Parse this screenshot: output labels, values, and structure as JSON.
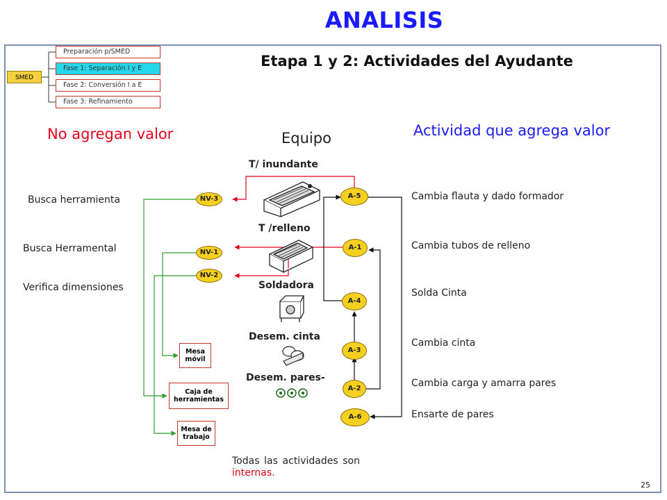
{
  "page_title": "ANALISIS",
  "stage_title": "Etapa 1 y 2: Actividades del Ayudante",
  "smed": {
    "label": "SMED",
    "phases": [
      {
        "label": "Preparación p/SMED",
        "active": false
      },
      {
        "label": "Fase 1: Separación I y E",
        "active": true
      },
      {
        "label": "Fase 2: Conversión I a E",
        "active": false
      },
      {
        "label": "Fase 3: Refinamiento",
        "active": false
      }
    ]
  },
  "headings": {
    "no_value": "No agregan valor",
    "equipment": "Equipo",
    "value": "Actividad que agrega valor"
  },
  "equipment": [
    "T/ inundante",
    "T /relleno",
    "Soldadora",
    "Desem. cinta",
    "Desem. pares-"
  ],
  "non_value_activities": [
    "Busca herramienta",
    "Busca Herramental",
    "Verifica dimensiones"
  ],
  "nv_nodes": [
    "NV-3",
    "NV-1",
    "NV-2"
  ],
  "resources": [
    "Mesa móvil",
    "Caja de herramientas",
    "Mesa de trabajo"
  ],
  "value_nodes": [
    "A-5",
    "A-1",
    "A-4",
    "A-3",
    "A-2",
    "A-6"
  ],
  "value_activities": [
    "Cambia flauta y dado formador",
    "Cambia tubos de relleno",
    "Solda Cinta",
    "Cambia cinta",
    "Cambia carga y amarra pares",
    "Ensarte de pares"
  ],
  "note": {
    "text": "Todas las actividades son",
    "highlight": "internas."
  },
  "page_number": "25",
  "colors": {
    "title": "#1a1aff",
    "no_value": "#e4001b",
    "node_fill": "#f5d020",
    "green_line": "#2e9e2e",
    "red_line": "#e4001b"
  }
}
